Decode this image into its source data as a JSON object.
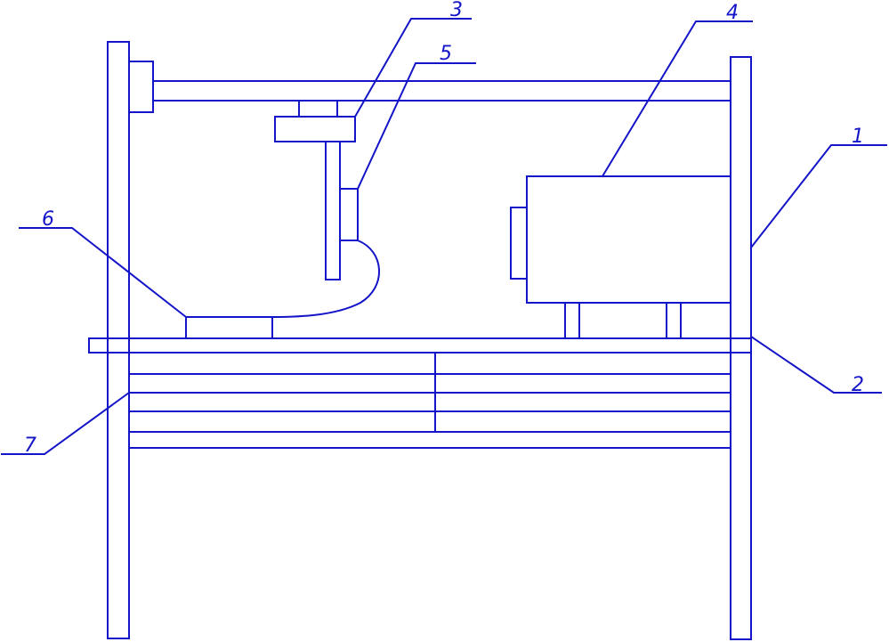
{
  "colors": {
    "line": "#1414c8",
    "background": "#ffffff"
  },
  "callouts": {
    "frame": "1",
    "table": "2",
    "carriage": "3",
    "motor": "4",
    "arm": "5",
    "clamp": "6",
    "drawer": "7"
  }
}
